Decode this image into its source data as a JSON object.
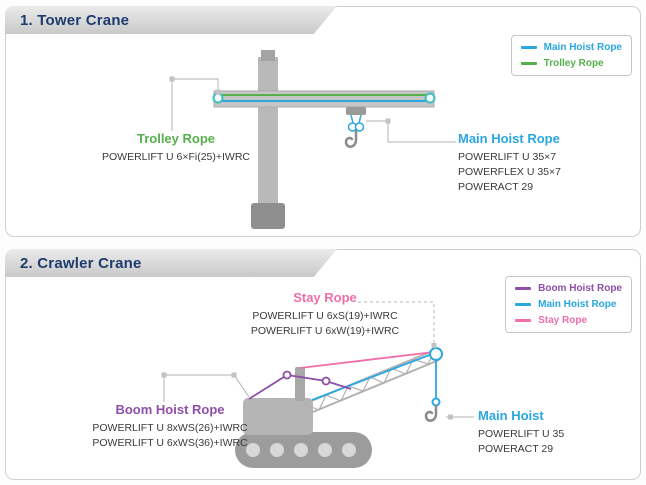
{
  "colors": {
    "navy": "#1d3c6e",
    "blue": "#2aa7e0",
    "green": "#56b04c",
    "teal": "#3fbfbf",
    "purple": "#8f4fa8",
    "pink": "#f06ea9"
  },
  "tower": {
    "title": "1. Tower Crane",
    "legend": [
      {
        "label": "Main Hoist Rope",
        "color": "#2aa7e0"
      },
      {
        "label": "Trolley Rope",
        "color": "#56b04c"
      }
    ],
    "trolley": {
      "label": "Trolley Rope",
      "specs": [
        "POWERLIFT U 6×Fi(25)+IWRC"
      ]
    },
    "main": {
      "label": "Main Hoist Rope",
      "specs": [
        "POWERLIFT U 35×7",
        "POWERFLEX U 35×7",
        "POWERACT 29"
      ]
    }
  },
  "crawler": {
    "title": "2. Crawler Crane",
    "legend": [
      {
        "label": "Boom Hoist Rope",
        "color": "#8f4fa8"
      },
      {
        "label": "Main Hoist Rope",
        "color": "#2aa7e0"
      },
      {
        "label": "Stay Rope",
        "color": "#f06ea9"
      }
    ],
    "stay": {
      "label": "Stay Rope",
      "specs": [
        "POWERLIFT U 6xS(19)+IWRC",
        "POWERLIFT U 6xW(19)+IWRC"
      ]
    },
    "boom": {
      "label": "Boom Hoist Rope",
      "specs": [
        "POWERLIFT U 8xWS(26)+IWRC",
        "POWERLIFT U 6xWS(36)+IWRC"
      ]
    },
    "main": {
      "label": "Main Hoist",
      "specs": [
        "POWERLIFT U 35",
        "POWERACT 29"
      ]
    }
  }
}
